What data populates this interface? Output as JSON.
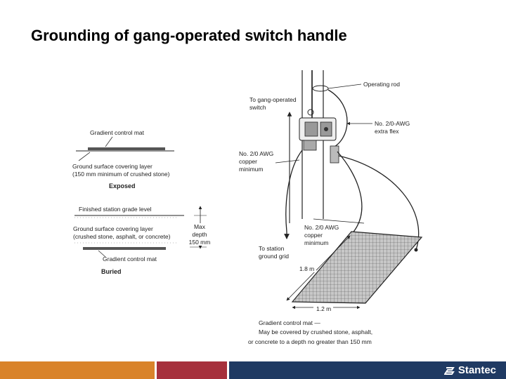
{
  "slide": {
    "title": "Grounding of gang-operated switch handle"
  },
  "left_figure": {
    "exposed": {
      "mat_label": "Gradient control mat",
      "layer_label_1": "Ground surface covering layer",
      "layer_label_2": "(150 mm minimum of crushed stone)",
      "caption": "Exposed"
    },
    "buried": {
      "grade_label": "Finished station grade level",
      "layer_label_1": "Ground surface covering layer",
      "layer_label_2": "(crushed stone, asphalt, or concrete)",
      "depth_1": "Max",
      "depth_2": "depth",
      "depth_3": "150 mm",
      "mat_label": "Gradient control mat",
      "caption": "Buried"
    }
  },
  "right_figure": {
    "operating_rod": "Operating rod",
    "to_switch_1": "To gang-operated",
    "to_switch_2": "switch",
    "flex_1": "No. 2/0-AWG",
    "flex_2": "extra flex",
    "copper_a_1": "No. 2/0 AWG",
    "copper_a_2": "copper",
    "copper_a_3": "minimum",
    "copper_b_1": "No. 2/0 AWG",
    "copper_b_2": "copper",
    "copper_b_3": "minimum",
    "to_grid_1": "To station",
    "to_grid_2": "ground grid",
    "dim_length": "1.8 m",
    "dim_width": "1.2 m",
    "mat_note_1": "Gradient control mat —",
    "mat_note_2": "May be covered by crushed stone, asphalt,",
    "mat_note_3": "or concrete to a depth no greater than 150 mm"
  },
  "footer": {
    "brand": "Stantec",
    "colors": {
      "orange": "#d9832a",
      "red": "#a6303c",
      "navy": "#1f3a63"
    }
  }
}
